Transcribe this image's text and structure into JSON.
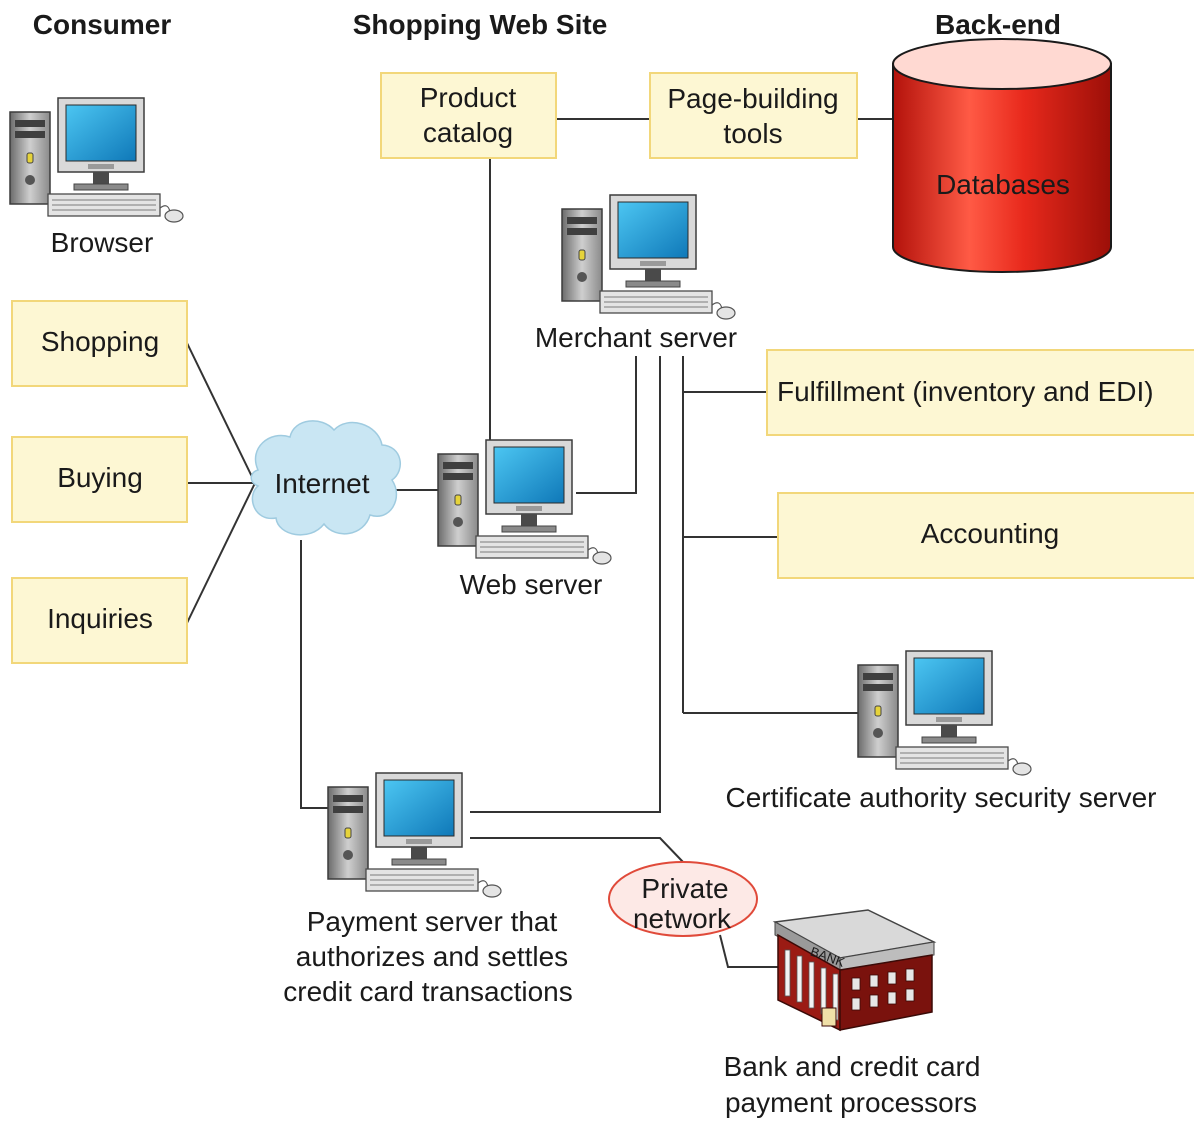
{
  "headings": {
    "consumer": "Consumer",
    "website": "Shopping Web Site",
    "backend": "Back-end"
  },
  "boxes": {
    "product_catalog": [
      "Product",
      "catalog"
    ],
    "page_building": [
      "Page-building",
      "tools"
    ],
    "shopping": "Shopping",
    "buying": "Buying",
    "inquiries": "Inquiries",
    "fulfillment": "Fulfillment (inventory and EDI)",
    "accounting": "Accounting"
  },
  "nodes": {
    "internet": "Internet",
    "databases": "Databases",
    "private_network": [
      "Private",
      "network"
    ],
    "bank_sign": "BANK"
  },
  "computers": {
    "browser": "Browser",
    "merchant": "Merchant server",
    "web": "Web server",
    "certificate": "Certificate authority security server",
    "payment": [
      "Payment server that",
      "authorizes and settles",
      "credit card transactions"
    ],
    "bank": [
      "Bank and credit card",
      "payment processors"
    ]
  },
  "colors": {
    "box_fill": "#fdf7d3",
    "box_border": "#f2d77a",
    "database": "#e8291c",
    "cloud": "#c9e6f3",
    "private_network_fill": "#fde9e6",
    "private_network_border": "#e04a3a",
    "screen": "#1e9fd8",
    "bank_brick": "#9b1b14"
  }
}
